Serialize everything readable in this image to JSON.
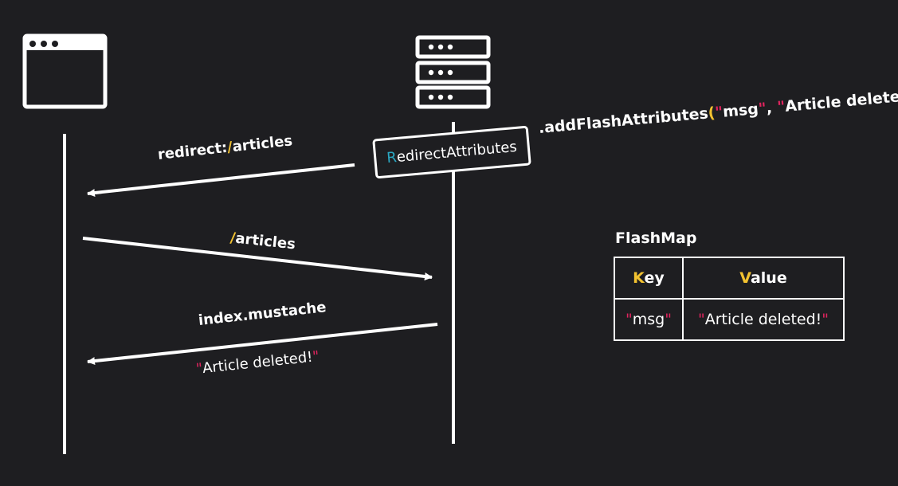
{
  "client": {
    "icon": "browser-window-icon"
  },
  "server": {
    "icon": "server-rack-icon"
  },
  "redirect_attributes": {
    "first_letter": "R",
    "rest": "edirectAttributes"
  },
  "add_flash": {
    "method": ".addFlashAttributes",
    "open_paren": "(",
    "q1": "\"",
    "arg1": "msg",
    "q2": "\"",
    "comma": ", ",
    "q3": "\"",
    "arg2": "Article deleted!",
    "q4": "\"",
    "close": ");"
  },
  "messages": {
    "redirect": {
      "prefix": "redirect:",
      "slash": "/",
      "path": "articles"
    },
    "request": {
      "slash": "/",
      "path": "articles"
    },
    "response": {
      "label": "index.mustache"
    },
    "response_value": {
      "q1": "\"",
      "text": "Article deleted!",
      "q2": "\""
    }
  },
  "flashmap": {
    "title": "FlashMap",
    "header_key_first": "K",
    "header_key_rest": "ey",
    "header_value_first": "V",
    "header_value_rest": "alue",
    "row": {
      "key_q1": "\"",
      "key": "msg",
      "key_q2": "\"",
      "value_q1": "\"",
      "value": "Article deleted!",
      "value_q2": "\""
    }
  },
  "colors": {
    "background": "#1e1e21",
    "quote": "#e0245e",
    "highlight": "#f2c230",
    "accent": "#2aa6c0"
  }
}
